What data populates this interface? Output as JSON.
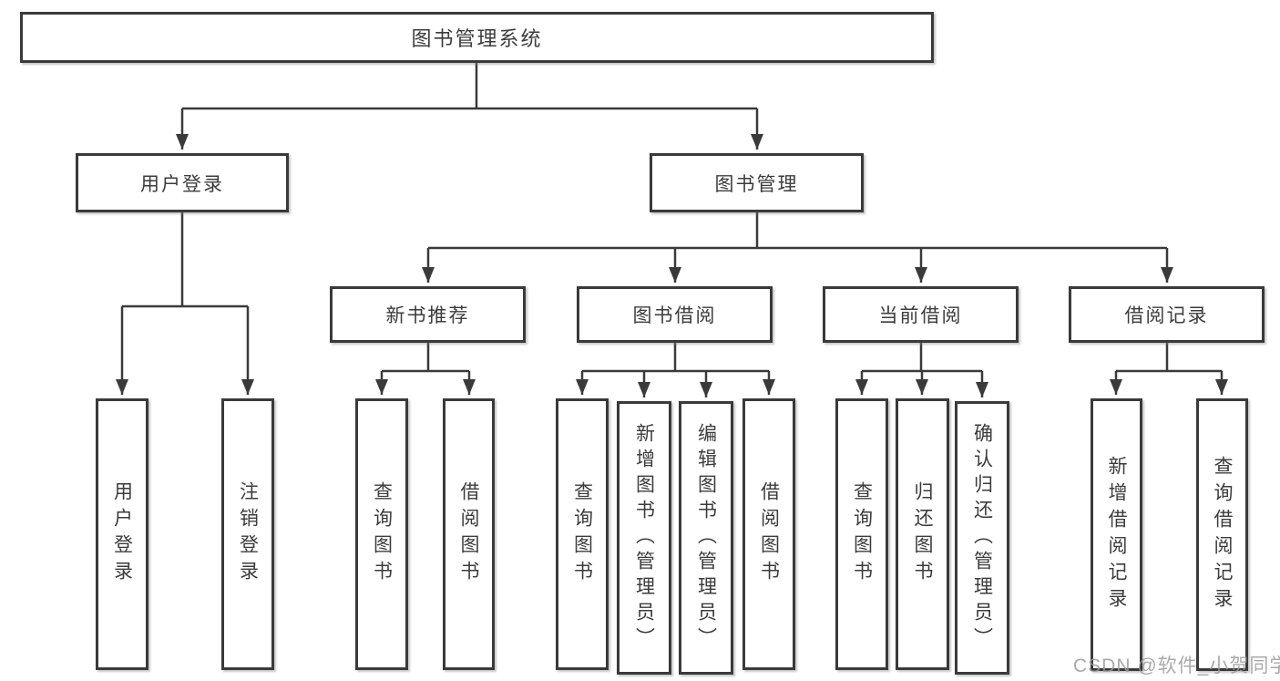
{
  "nodes": {
    "root": "图书管理系统",
    "level2": [
      "用户登录",
      "图书管理"
    ],
    "level3": [
      "新书推荐",
      "图书借阅",
      "当前借阅",
      "借阅记录"
    ],
    "leaves": {
      "login": [
        "用户登录",
        "注销登录"
      ],
      "recommend": [
        "查询图书",
        "借阅图书"
      ],
      "borrow": [
        "查询图书",
        "新增图书（管理员）",
        "编辑图书（管理员）",
        "借阅图书"
      ],
      "current": [
        "查询图书",
        "归还图书",
        "确认归还（管理员）"
      ],
      "records": [
        "新增借阅记录",
        "查询借阅记录"
      ]
    }
  },
  "watermark": "CSDN @软件_小贺同学",
  "colors": {
    "line": "#3a3a3a",
    "text": "#3c3c3c",
    "background": "#ffffff",
    "watermark": "#9b9b9b"
  }
}
